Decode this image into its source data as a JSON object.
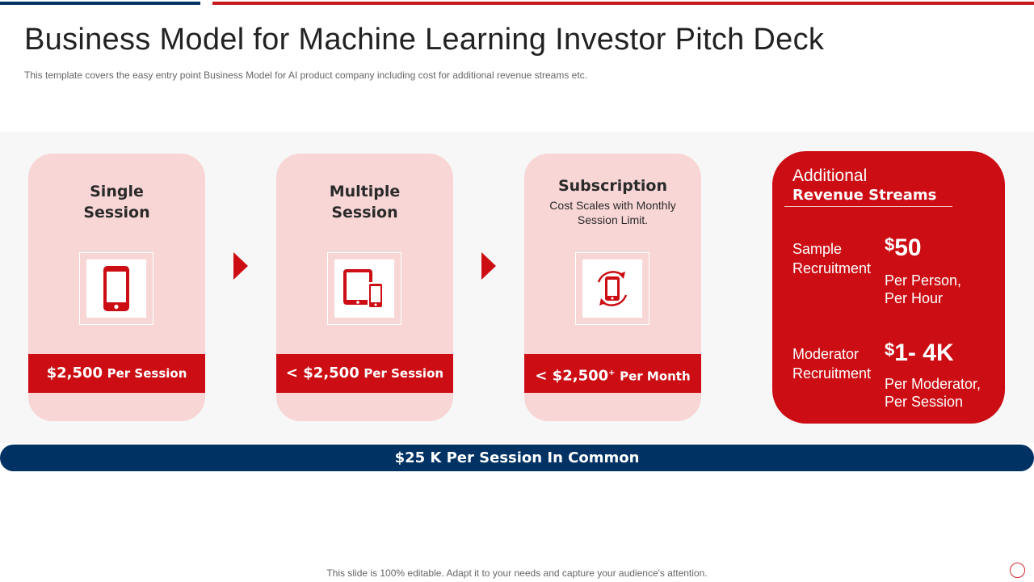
{
  "slide": {
    "title": "Business Model for Machine Learning Investor Pitch Deck",
    "subtitle": "This template covers the easy entry point Business Model for AI  product company including cost for additional revenue streams etc.",
    "footer": "This slide is 100% editable. Adapt it to your needs and capture your audience's attention."
  },
  "cards": [
    {
      "title_line1": "Single",
      "title_line2": "Session",
      "icon": "smartphone-icon",
      "price": "$2,500",
      "price_unit": "Per Session"
    },
    {
      "title_line1": "Multiple",
      "title_line2": "Session",
      "icon": "tablet-and-phone-icon",
      "price": "< $2,500",
      "price_unit": "Per Session"
    },
    {
      "title": "Subscription",
      "desc_line1": "Cost Scales with Monthly",
      "desc_line2": "Session Limit.",
      "icon": "phone-sync-icon",
      "price": "< $2,500",
      "price_sup": "+",
      "price_unit": "Per Month"
    }
  ],
  "streams": {
    "heading_line1": "Additional",
    "heading_line2": "Revenue Streams",
    "rows": [
      {
        "label_line1": "Sample",
        "label_line2": "Recruitment",
        "currency": "$",
        "amount": "50",
        "note_line1": "Per Person,",
        "note_line2": "Per Hour"
      },
      {
        "label_line1": "Moderator",
        "label_line2": "Recruitment",
        "currency": "$",
        "amount": "1- 4K",
        "note_line1": "Per Moderator,",
        "note_line2": "Per Session"
      }
    ]
  },
  "common": {
    "label": "$25 K Per Session In Common"
  },
  "colors": {
    "accent_red": "#cc0e14",
    "navy": "#003264",
    "card_pink": "#f9d6d6"
  }
}
